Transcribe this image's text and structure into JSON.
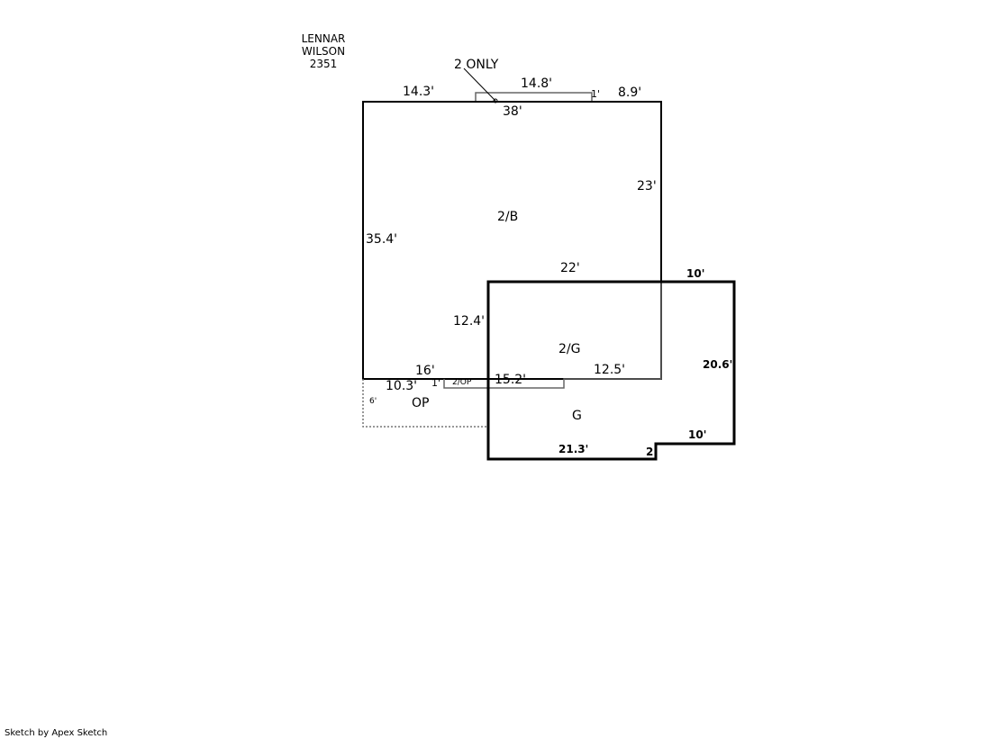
{
  "header": {
    "line1": "LENNAR",
    "line2": "WILSON",
    "line3": "2351"
  },
  "areas": {
    "main": "2/B",
    "garage_upper": "2/G",
    "garage": "G",
    "porch": "OP",
    "porch_upper": "2/OP",
    "bay": "2 ONLY"
  },
  "dimensions": {
    "top_left": "14.3'",
    "bay_width": "14.8'",
    "bay_depth": "1'",
    "top_right": "8.9'",
    "top_total": "38'",
    "right_upper": "23'",
    "left": "35.4'",
    "garage_top": "22'",
    "garage_top_right": "10'",
    "interior_left": "12.4'",
    "bottom_main": "16'",
    "porch_width": "10.3'",
    "porch_step": "1'",
    "porch_depth": "6'",
    "upper_garage_bottom": "15.2'",
    "upper_garage_right": "12.5'",
    "garage_right": "20.6'",
    "garage_step_width": "10'",
    "garage_step": "2",
    "garage_bottom": "21.3'"
  },
  "footer": "Sketch by Apex Sketch"
}
